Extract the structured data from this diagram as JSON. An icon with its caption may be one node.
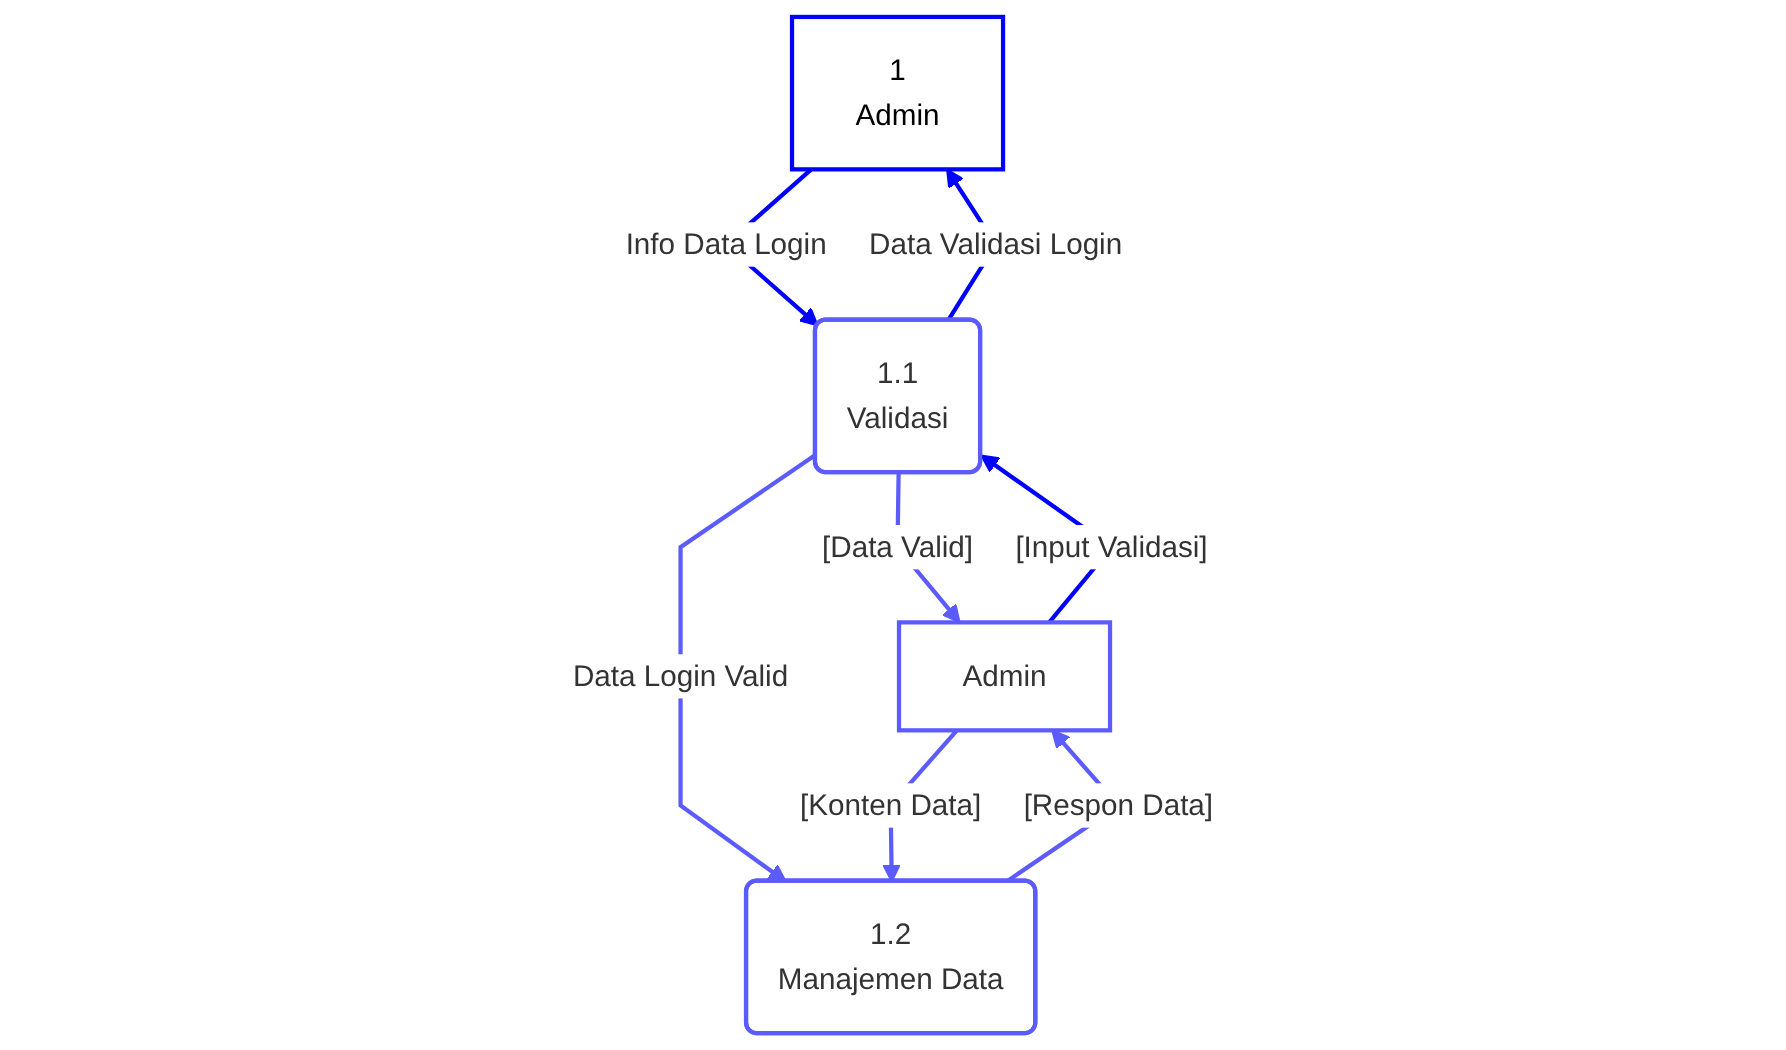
{
  "diagram": {
    "nodes": [
      {
        "text": [
          "1",
          "Admin"
        ]
      },
      {
        "text": [
          "1.1",
          "Validasi"
        ]
      },
      {
        "text": [
          "Admin"
        ]
      },
      {
        "text": [
          "1.2",
          "Manajemen Data"
        ]
      }
    ],
    "edges": [
      {
        "from": 0,
        "to": 1,
        "arrow": "to",
        "label": "Info Data Login",
        "color": "#0000ff"
      },
      {
        "from": 2,
        "to": 1,
        "arrow": "to",
        "label": "[Input Validasi]",
        "color": "#0000ff"
      },
      {
        "from": 1,
        "to": 2,
        "arrow": "to",
        "label": "[Data Valid]"
      },
      {
        "from": 1,
        "to": 0,
        "arrow": "to",
        "label": "Data Validasi Login",
        "color": "#0000ff"
      },
      {
        "from": 1,
        "to": 3,
        "arrow": "to",
        "label": "Data Login Valid"
      },
      {
        "from": 2,
        "to": 3,
        "arrow": "to",
        "label": "[Konten Data]"
      },
      {
        "from": 3,
        "to": 2,
        "arrow": "to",
        "label": "[Respon Data]"
      }
    ]
  }
}
